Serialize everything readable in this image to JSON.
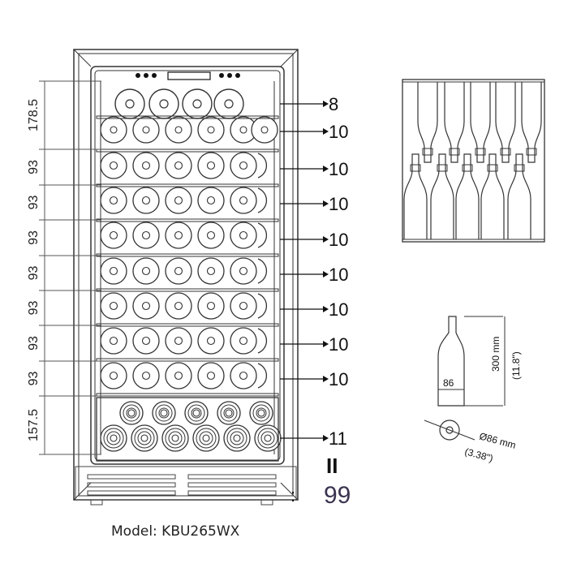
{
  "model": "Model: KBU265WX",
  "left_dimensions": [
    "178.5",
    "93",
    "93",
    "93",
    "93",
    "93",
    "93",
    "93",
    "157.5"
  ],
  "shelf_counts": [
    "8",
    "10",
    "10",
    "10",
    "10",
    "10",
    "10",
    "10",
    "11"
  ],
  "equals_sign": "II",
  "total": "99",
  "bottle_diagram": {
    "height_mm": "300 mm",
    "height_in": "(11.8\")",
    "diameter_label": "86",
    "diameter_mm": "Ø86 mm",
    "diameter_in": "(3.38\")"
  }
}
